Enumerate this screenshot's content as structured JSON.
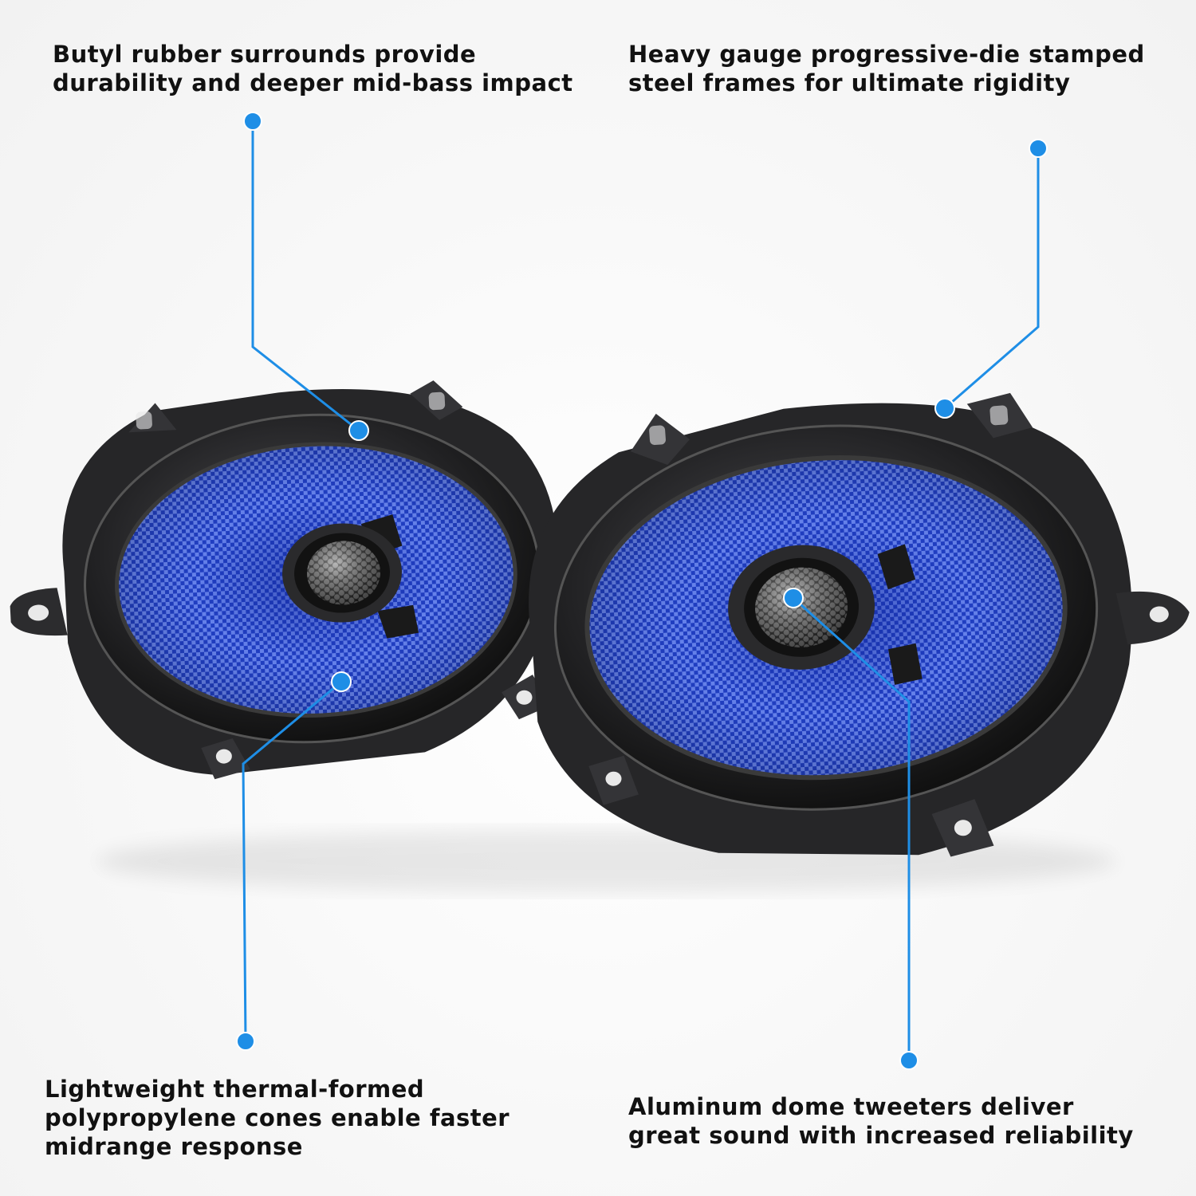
{
  "colors": {
    "callout": "#1e8ee6",
    "cone": "#2f55e6",
    "cone_dark": "#0c2aa6",
    "surround": "#1c1c1e",
    "frame": "#2e2e30",
    "background": "#f6f6f6"
  },
  "callouts": {
    "top_left": {
      "lines": [
        "Butyl rubber surrounds provide",
        "durability and deeper mid-bass impact"
      ]
    },
    "top_right": {
      "lines": [
        "Heavy gauge progressive-die stamped",
        "steel frames for ultimate rigidity"
      ]
    },
    "bottom_left": {
      "lines": [
        "Lightweight thermal-formed",
        "polypropylene cones enable faster",
        "midrange response"
      ]
    },
    "bottom_right": {
      "lines": [
        "Aluminum dome tweeters deliver",
        "great sound with increased reliability"
      ]
    }
  },
  "image": {
    "subject": "pair of oval coaxial car speakers",
    "speakers": [
      {
        "name": "left-speaker"
      },
      {
        "name": "right-speaker"
      }
    ]
  }
}
